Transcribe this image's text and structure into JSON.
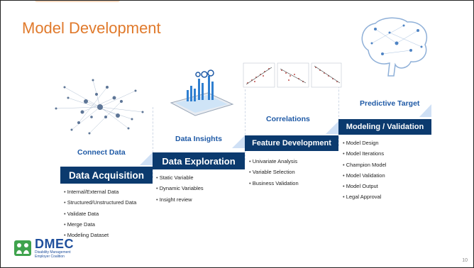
{
  "title": "Model Development",
  "stages": [
    {
      "label": "Connect Data",
      "band": "Data Acquisition",
      "bullets": [
        "Internal/External Data",
        "Structured/Unstructured Data",
        "Validate Data",
        "Merge Data",
        "Modeling Dataset"
      ]
    },
    {
      "label": "Data Insights",
      "band": "Data Exploration",
      "bullets": [
        "Static Variable",
        "Dynamic Variables",
        "Insight review"
      ]
    },
    {
      "label": "Correlations",
      "band": "Feature Development",
      "bullets": [
        "Univariate Analysis",
        "Variable Selection",
        "Business Validation"
      ]
    },
    {
      "label": "Predictive Target",
      "band": "Modeling / Validation",
      "bullets": [
        "Model Design",
        "Model Iterations",
        "Champion Model",
        "Model Validation",
        "Model Output",
        "Legal Approval"
      ]
    }
  ],
  "logo": {
    "name": "DMEC",
    "line1": "Disability Management",
    "line2": "Employer Coalition"
  },
  "page_number": "10",
  "colors": {
    "title": "#e07a2c",
    "band": "#0b3a6e",
    "label": "#1f5aa6",
    "stair": "#cfe0f5"
  }
}
